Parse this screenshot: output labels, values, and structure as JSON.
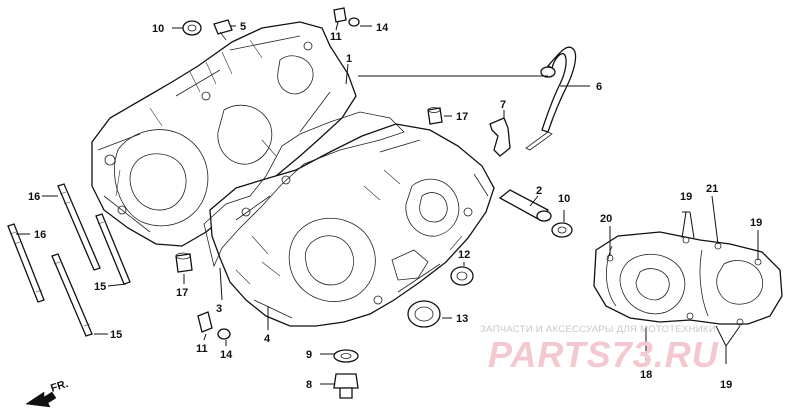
{
  "diagram": {
    "front_marker": "FR.",
    "callouts": [
      {
        "id": "c10a",
        "text": "10"
      },
      {
        "id": "c5",
        "text": "5"
      },
      {
        "id": "c11a",
        "text": "11"
      },
      {
        "id": "c14a",
        "text": "14"
      },
      {
        "id": "c1",
        "text": "1"
      },
      {
        "id": "c6",
        "text": "6"
      },
      {
        "id": "c17a",
        "text": "17"
      },
      {
        "id": "c7",
        "text": "7"
      },
      {
        "id": "c2",
        "text": "2"
      },
      {
        "id": "c10b",
        "text": "10"
      },
      {
        "id": "c16a",
        "text": "16"
      },
      {
        "id": "c16b",
        "text": "16"
      },
      {
        "id": "c15a",
        "text": "15"
      },
      {
        "id": "c15b",
        "text": "15"
      },
      {
        "id": "c17b",
        "text": "17"
      },
      {
        "id": "c3",
        "text": "3"
      },
      {
        "id": "c11b",
        "text": "11"
      },
      {
        "id": "c14b",
        "text": "14"
      },
      {
        "id": "c4",
        "text": "4"
      },
      {
        "id": "c12",
        "text": "12"
      },
      {
        "id": "c13",
        "text": "13"
      },
      {
        "id": "c9",
        "text": "9"
      },
      {
        "id": "c8",
        "text": "8"
      },
      {
        "id": "c20",
        "text": "20"
      },
      {
        "id": "c19a",
        "text": "19"
      },
      {
        "id": "c21",
        "text": "21"
      },
      {
        "id": "c19b",
        "text": "19"
      },
      {
        "id": "c18",
        "text": "18"
      },
      {
        "id": "c19c",
        "text": "19"
      }
    ]
  },
  "watermark": {
    "tagline": "ЗАПЧАСТИ И АКСЕССУАРЫ ДЛЯ МОТОТЕХНИКИ",
    "logo": "PARTS73.RU",
    "color": "#f3c9cf"
  }
}
